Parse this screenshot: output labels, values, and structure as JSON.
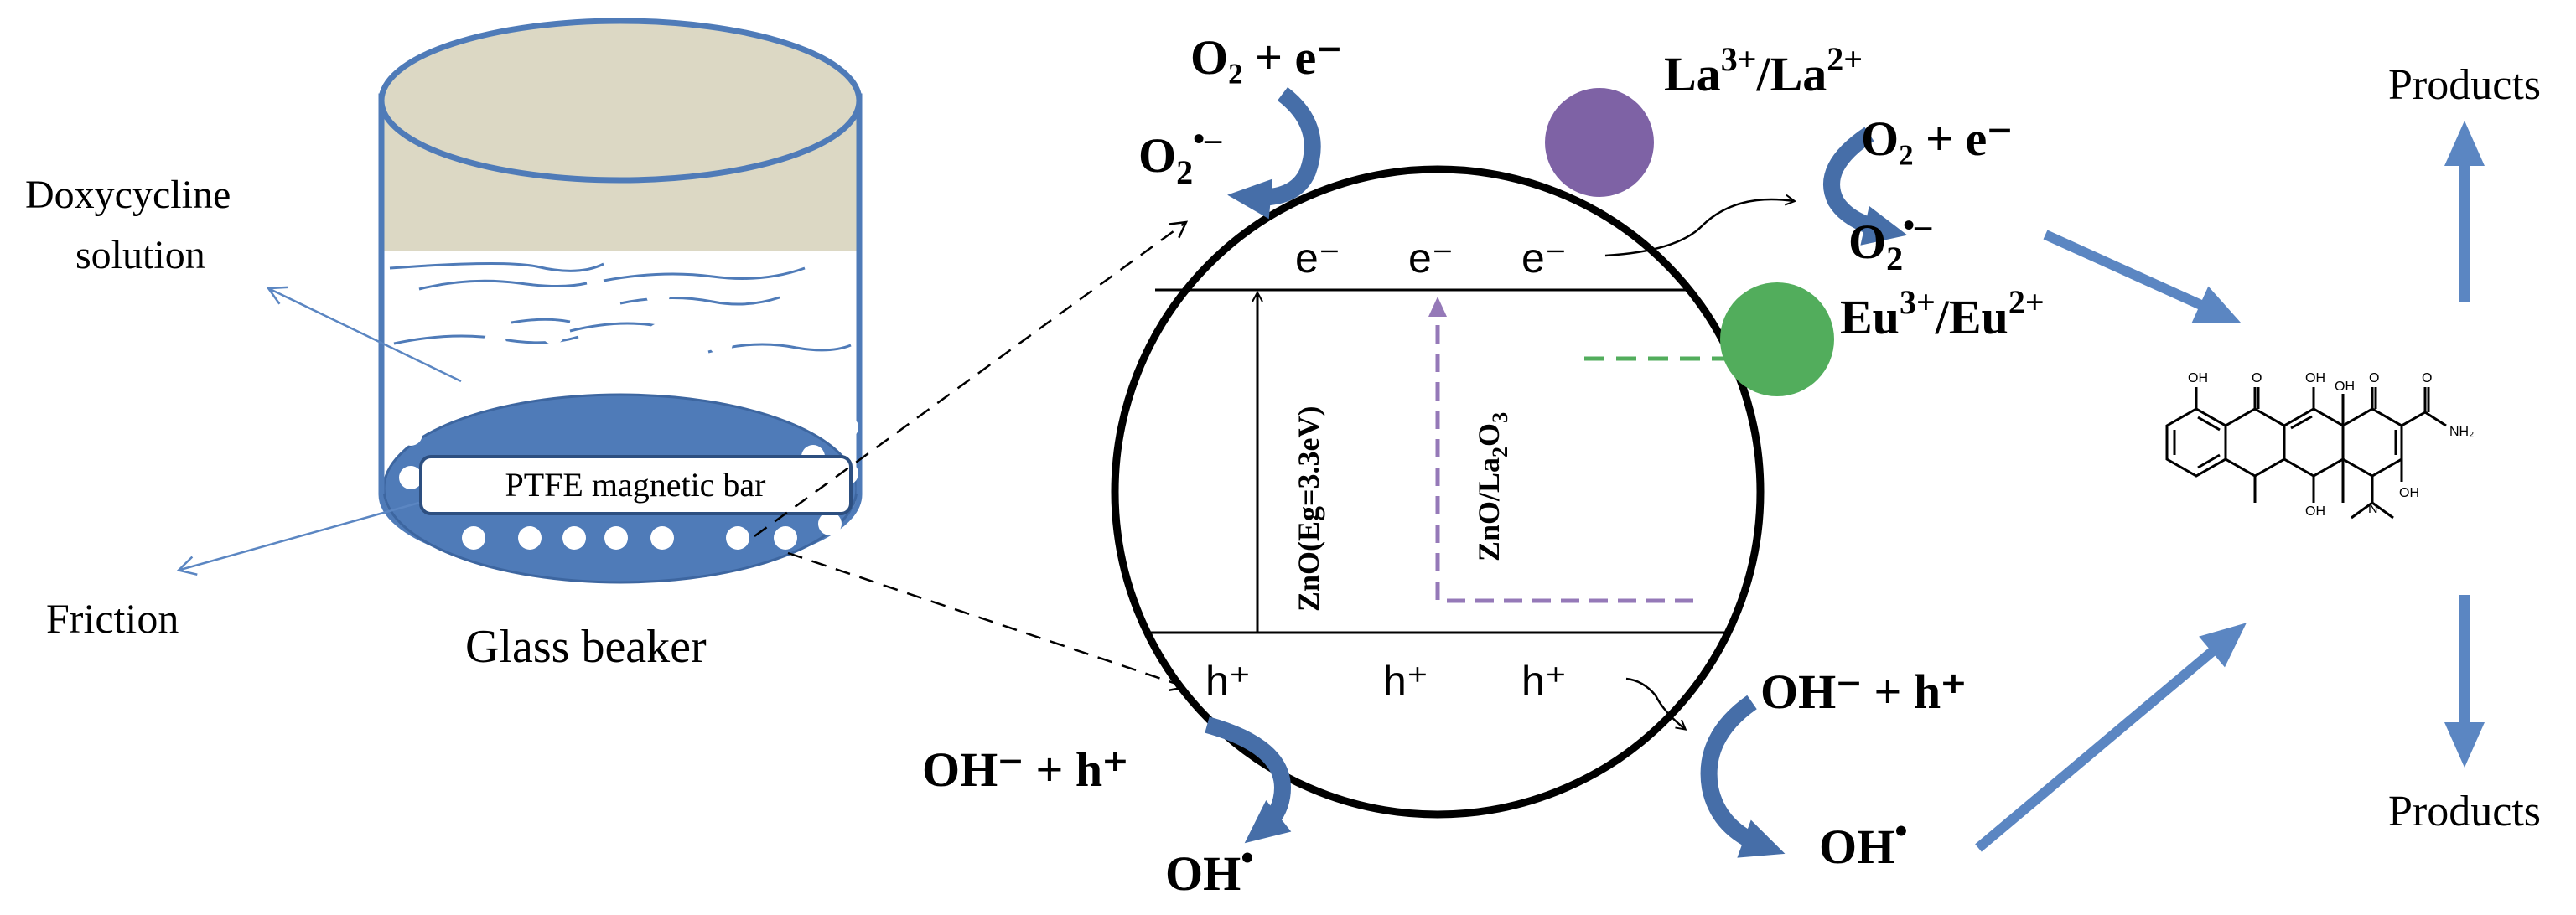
{
  "beaker": {
    "solution_label_line1": "Doxycycline",
    "solution_label_line2": "solution",
    "friction_label": "Friction",
    "beaker_label": "Glass beaker",
    "bar_label": "PTFE magnetic bar"
  },
  "particle": {
    "electrons": [
      "e⁻",
      "e⁻",
      "e⁻"
    ],
    "holes": [
      "h⁺",
      "h⁺",
      "h⁺"
    ],
    "zno_gap_label": "ZnO(Eg=3.3eV)",
    "zno_la_label_main": "ZnO/La",
    "zno_la_label_sub1": "2",
    "zno_la_label_mid": "O",
    "zno_la_label_sub2": "3"
  },
  "reactions": {
    "o2_e_top_left": "O₂ + e⁻",
    "o2_radical_left_base": "O",
    "o2_radical_left_sub": "2",
    "o2_radical_left_sup": "•–",
    "la_label_base": "La",
    "la_label_sup1": "3+",
    "la_label_mid": "/La",
    "la_label_sup2": "2+",
    "o2_e_right": "O₂ + e⁻",
    "o2_radical_right_base": "O",
    "o2_radical_right_sub": "2",
    "o2_radical_right_sup": "•–",
    "eu_label_base": "Eu",
    "eu_label_sup1": "3+",
    "eu_label_mid": "/Eu",
    "eu_label_sup2": "2+",
    "oh_h_left": "OH⁻ + h⁺",
    "oh_radical_left_base": "OH",
    "oh_radical_left_sup": "•",
    "oh_h_right": "OH⁻ + h⁺",
    "oh_radical_right_base": "OH",
    "oh_radical_right_sup": "•"
  },
  "products": {
    "top_label": "Products",
    "bottom_label": "Products"
  },
  "molecule": {
    "atom_labels": [
      "OH",
      "O",
      "OH",
      "OH",
      "O",
      "O",
      "NH₂",
      "OH",
      "OH",
      "N"
    ]
  },
  "colors": {
    "beaker_fill": "#dcd8c4",
    "beaker_blue": "#4f7bb8",
    "arrow_blue": "#5b86c2",
    "la_sphere": "#7e62a5",
    "eu_sphere": "#52ad5c",
    "purple_dash": "#9579b8",
    "green_dash": "#52ad5c"
  }
}
